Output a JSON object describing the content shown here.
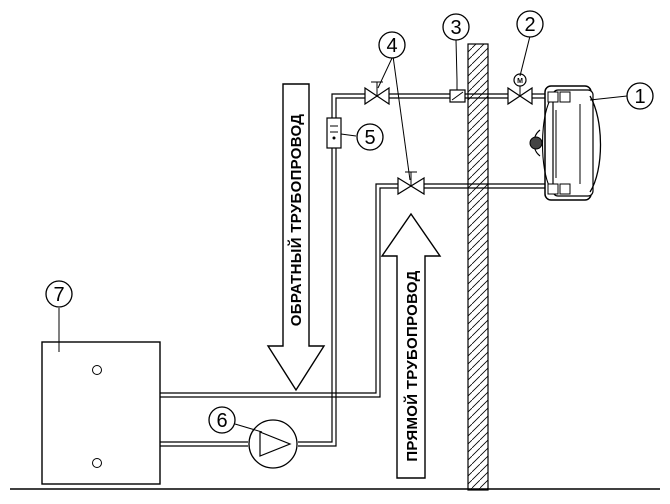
{
  "labels": {
    "return_pipe": "ОБРАТНЫЙ ТРУБОПРОВОД",
    "supply_pipe": "ПРЯМОЙ ТРУБОПРОВОД"
  },
  "callouts": {
    "c1": "1",
    "c2": "2",
    "c3": "3",
    "c4": "4",
    "c5": "5",
    "c6": "6",
    "c7": "7"
  },
  "components": {
    "heater": "air heater unit",
    "actuator_valve": "valve with actuator",
    "check_valve": "small valve",
    "shutoff_valves": "ball valves",
    "flow_indicator": "filter / indicator",
    "pump": "circulation pump",
    "boiler": "heat source"
  }
}
